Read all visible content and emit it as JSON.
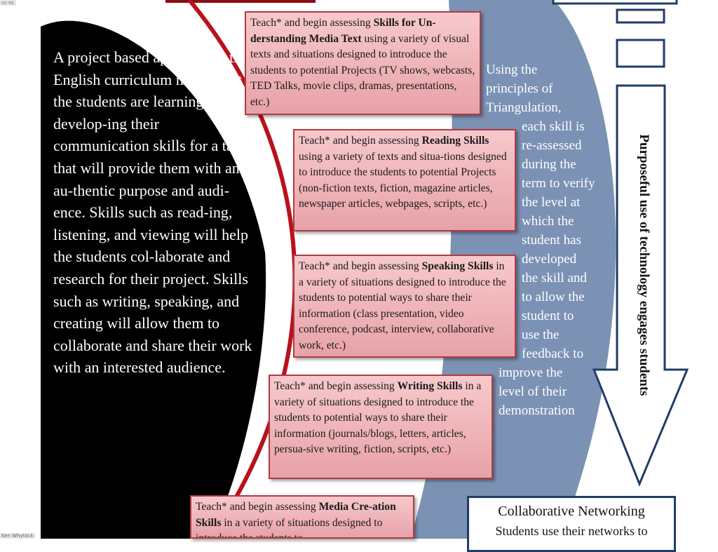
{
  "left_panel": {
    "text": "A project based approach to the English curriculum means that the students are learning and develop-ing their communication skills for a task that will provide them with an au-thentic purpose and audi-ence. Skills such as read-ing, listening, and viewing will help the students col-laborate and research for their project. Skills such as writing, speaking, and creating will allow them to collaborate and share their work with an interested audience."
  },
  "boxes": [
    {
      "pre": "Teach* and begin assessing ",
      "bold": "Skills for Un-derstanding Media Text",
      "post": " using a variety of visual texts and situations designed to introduce the students to potential Projects (TV shows, webcasts, TED Talks, movie clips, dramas, presentations, etc.)"
    },
    {
      "pre": "Teach* and begin assessing ",
      "bold": "Reading Skills",
      "post": " using a variety of  texts and situa-tions designed to introduce the students to potential Projects (non-fiction texts, fiction, magazine articles, newspaper articles, webpages, scripts, etc.)"
    },
    {
      "pre": "Teach* and begin assessing ",
      "bold": "Speaking Skills",
      "post": " in a variety of  situations designed to introduce the students to potential ways to share their information (class presentation, video conference, podcast, interview, collaborative work, etc.)"
    },
    {
      "pre": "Teach* and begin assessing ",
      "bold": "Writing Skills",
      "post": " in a variety of  situations designed to introduce the students to potential ways to share their information (journals/blogs, letters, articles, persua-sive writing, fiction, scripts, etc.)"
    },
    {
      "pre": "Teach* and begin assessing ",
      "bold": "Media Cre-ation Skills",
      "post": " in a variety of  situations designed to introduce the students to"
    }
  ],
  "triangulation": {
    "lines": [
      "Using the",
      "principles of",
      "Triangulation,",
      "each skill is",
      "re-assessed",
      "during the",
      "term to verify",
      "the level at",
      "which the",
      "student has",
      "developed",
      "the skill and",
      "to allow the",
      "student to",
      "use the",
      "feedback to",
      "improve the",
      "level of their",
      "demonstration"
    ]
  },
  "arrow": {
    "label": "Purposeful use of technology engages students"
  },
  "collab": {
    "title": "Collaborative Networking",
    "subtitle": "Students use their networks to"
  },
  "credits": {
    "license": "cc-nc",
    "author": "Ken Whytock"
  },
  "colors": {
    "black_panel": "#000000",
    "blue_panel": "#7b92b5",
    "red_arc": "#b8121b",
    "box_border": "#b23a42",
    "box_fill": "#f2bcc0",
    "arrow_border": "#1f3d66"
  }
}
